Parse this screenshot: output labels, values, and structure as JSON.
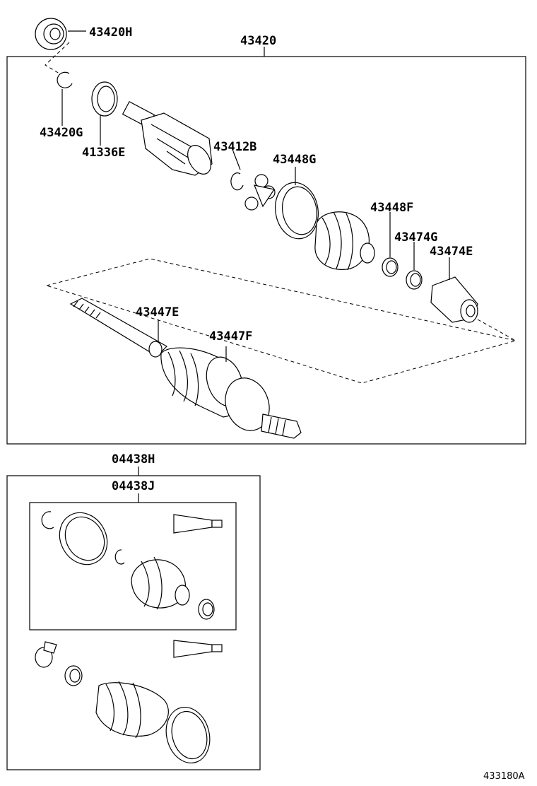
{
  "labels": {
    "p43420H": "43420H",
    "p43420": "43420",
    "p43420G": "43420G",
    "p41336E": "41336E",
    "p43412B": "43412B",
    "p43448G": "43448G",
    "p43448F": "43448F",
    "p43474G": "43474G",
    "p43474E": "43474E",
    "p43447E": "43447E",
    "p43447F": "43447F",
    "p04438H": "04438H",
    "p04438J": "04438J",
    "figure_id": "433180A"
  }
}
